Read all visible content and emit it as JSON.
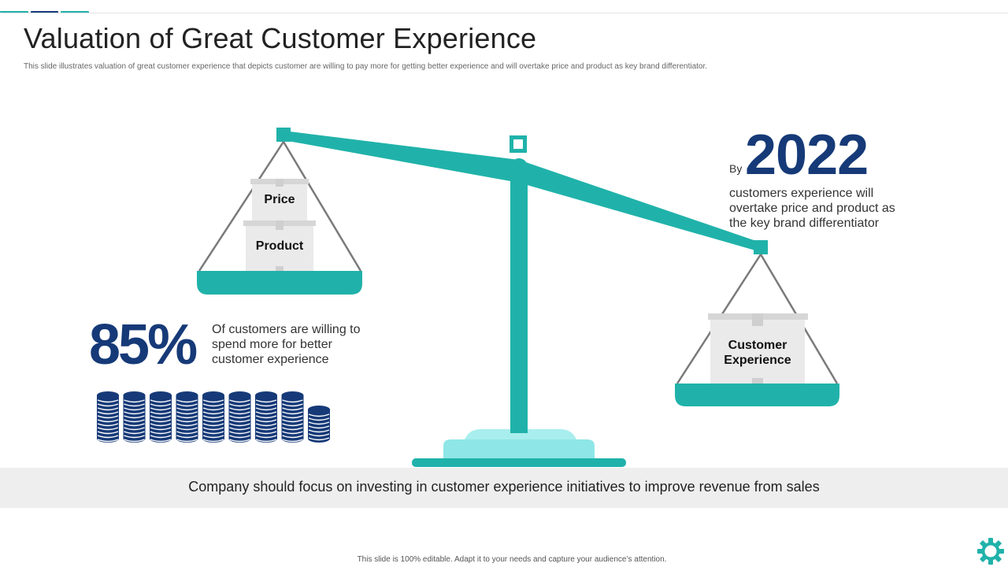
{
  "slide": {
    "title": "Valuation of Great Customer Experience",
    "subtitle": "This slide illustrates valuation of great customer experience that depicts customer are willing to pay more for getting better experience and will overtake price and product as key brand differentiator."
  },
  "colors": {
    "teal": "#20b2aa",
    "light_teal": "#8fe6e6",
    "navy": "#163a78",
    "box_gray": "#e9e9e9",
    "box_lid": "#d6d6d6",
    "banner_gray": "#eeeeee"
  },
  "scale": {
    "left_pan": {
      "labels": [
        "Price",
        "Product"
      ]
    },
    "right_pan": {
      "label_line1": "Customer",
      "label_line2": "Experience"
    }
  },
  "stat_year": {
    "prefix": "By",
    "year": "2022",
    "description": " customers experience will\novertake price and product as\nthe key brand differentiator"
  },
  "stat_percent": {
    "value": "85%",
    "fraction": 0.85,
    "description": "Of customers are willing to\nspend more for better\ncustomer experience",
    "coin_icon": "coin-stack-icon",
    "coin_stacks": 9
  },
  "banner": {
    "text": "Company should focus on investing in customer experience initiatives to improve revenue from sales"
  },
  "footer": {
    "note": "This slide is 100% editable. Adapt it to your needs and capture your audience’s attention.",
    "icon": "gear-icon"
  }
}
